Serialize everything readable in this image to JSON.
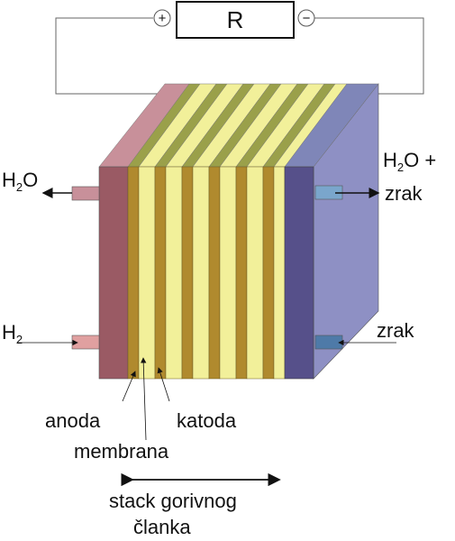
{
  "resistor": {
    "label": "R",
    "plus": "+",
    "minus": "−"
  },
  "labels": {
    "h2o_left": {
      "main": "H",
      "sub": "2",
      "rest": "O"
    },
    "h2o_right": {
      "main": "H",
      "sub": "2",
      "rest": "O +"
    },
    "zrak_top": "zrak",
    "h2_left": {
      "main": "H",
      "sub": "2"
    },
    "zrak_bottom": "zrak",
    "anoda": "anoda",
    "katoda": "katoda",
    "membrana": "membrana",
    "stack_line1": "stack gorivnog",
    "stack_line2": "članka"
  },
  "colors": {
    "anode_front": "#9a5a64",
    "anode_top": "#c8909a",
    "cathode_front": "#56508a",
    "cathode_top": "#7f86b8",
    "side_face": "#8e90c4",
    "layer_gold": "#b08a2e",
    "layer_yellow": "#f2f09a",
    "layer_olive": "#9aa04a",
    "port_left": "#e0a0a0",
    "port_right": "#7aa6cc"
  }
}
